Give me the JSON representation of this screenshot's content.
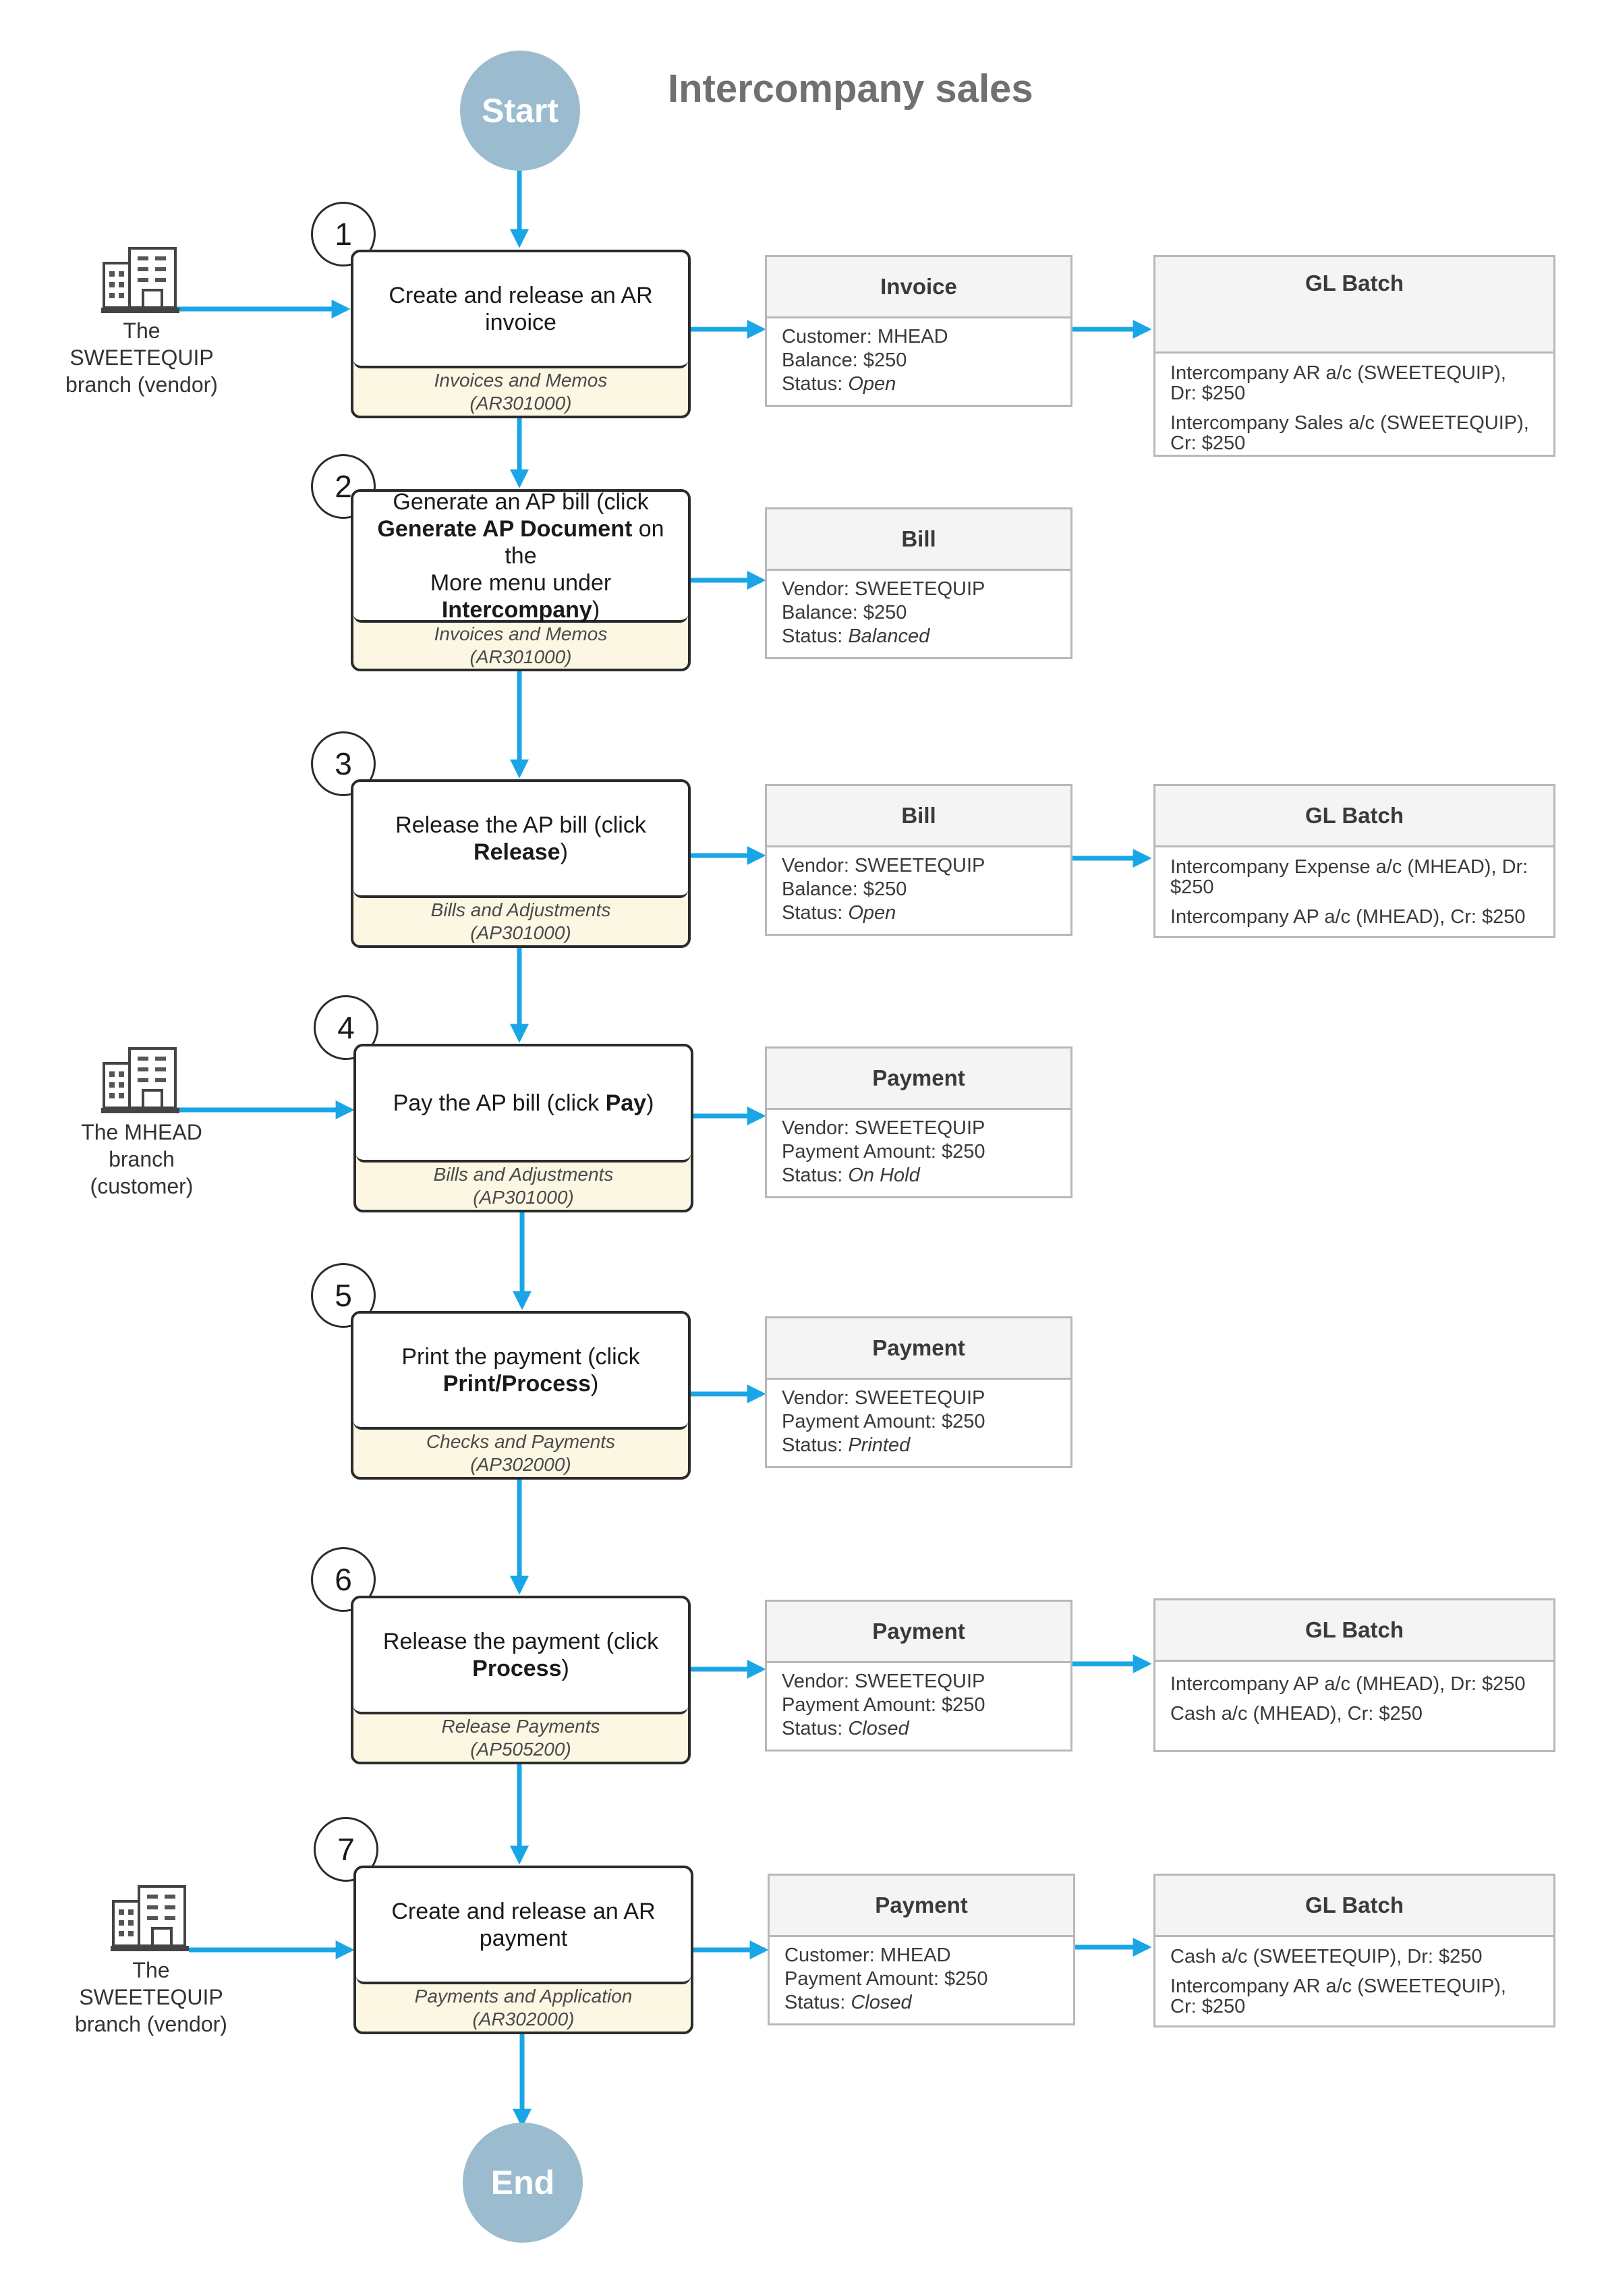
{
  "title": "Intercompany sales",
  "start_label": "Start",
  "end_label": "End",
  "colors": {
    "arrow": "#1aa6e6",
    "terminal": "#9bbccf",
    "step_bottom": "#fbf7e3",
    "card_head": "#f4f4f4"
  },
  "branches": [
    {
      "icon": "building-icon",
      "lines": [
        "The",
        "SWEETEQUIP",
        "branch (vendor)"
      ]
    },
    {
      "icon": "building-icon",
      "lines": [
        "The MHEAD",
        "branch",
        "(customer)"
      ]
    },
    {
      "icon": "building-icon",
      "lines": [
        "The",
        "SWEETEQUIP",
        "branch (vendor)"
      ]
    }
  ],
  "steps": [
    {
      "number": "1",
      "lines": [
        "Create and release an AR",
        "invoice"
      ],
      "form": "Invoices and Memos",
      "form_id": "(AR301000)"
    },
    {
      "number": "2",
      "line1": "Generate an AP bill (click",
      "line2_bold": "Generate AP Document",
      "line2_rest": " on the",
      "line3": "More menu under",
      "line4_bold": "Intercompany",
      "line4_rest": ")",
      "form": "Invoices and Memos",
      "form_id": "(AR301000)"
    },
    {
      "number": "3",
      "line1": "Release the AP bill (click",
      "line2_bold": "Release",
      "line2_rest": ")",
      "form": "Bills and Adjustments",
      "form_id": "(AP301000)"
    },
    {
      "number": "4",
      "pre": "Pay the AP bill (click ",
      "bold": "Pay",
      "post": ")",
      "form": "Bills and Adjustments",
      "form_id": "(AP301000)"
    },
    {
      "number": "5",
      "line1": "Print the payment (click",
      "line2_bold": "Print/Process",
      "line2_rest": ")",
      "form": "Checks and Payments",
      "form_id": "(AP302000)"
    },
    {
      "number": "6",
      "line1": "Release the payment (click",
      "line2_bold": "Process",
      "line2_rest": ")",
      "form": "Release Payments",
      "form_id": "(AP505200)"
    },
    {
      "number": "7",
      "lines": [
        "Create and release an AR",
        "payment"
      ],
      "form": "Payments and Application",
      "form_id": "(AR302000)"
    }
  ],
  "documents": [
    {
      "title": "Invoice",
      "lines": [
        [
          "Customer: MHEAD",
          ""
        ],
        [
          "Balance: $250",
          ""
        ],
        [
          "Status: ",
          "Open"
        ]
      ]
    },
    {
      "title": "Bill",
      "lines": [
        [
          "Vendor: SWEETEQUIP",
          ""
        ],
        [
          "Balance: $250",
          ""
        ],
        [
          "Status: ",
          "Balanced"
        ]
      ]
    },
    {
      "title": "Bill",
      "lines": [
        [
          "Vendor: SWEETEQUIP",
          ""
        ],
        [
          "Balance: $250",
          ""
        ],
        [
          "Status: ",
          "Open"
        ]
      ]
    },
    {
      "title": "Payment",
      "lines": [
        [
          "Vendor: SWEETEQUIP",
          ""
        ],
        [
          "Payment Amount: $250",
          ""
        ],
        [
          "Status: ",
          "On Hold"
        ]
      ]
    },
    {
      "title": "Payment",
      "lines": [
        [
          "Vendor: SWEETEQUIP",
          ""
        ],
        [
          "Payment Amount: $250",
          ""
        ],
        [
          "Status: ",
          "Printed"
        ]
      ]
    },
    {
      "title": "Payment",
      "lines": [
        [
          "Vendor: SWEETEQUIP",
          ""
        ],
        [
          "Payment Amount: $250",
          ""
        ],
        [
          "Status: ",
          "Closed"
        ]
      ]
    },
    {
      "title": "Payment",
      "lines": [
        [
          "Customer: MHEAD",
          ""
        ],
        [
          "Payment Amount: $250",
          ""
        ],
        [
          "Status: ",
          "Closed"
        ]
      ]
    }
  ],
  "gl_batches": [
    {
      "title": "GL Batch",
      "entries": [
        [
          "Intercompany AR a/c (SWEETEQUIP),",
          "Dr: $250"
        ],
        [
          "Intercompany Sales a/c (SWEETEQUIP),",
          "Cr: $250"
        ]
      ]
    },
    {
      "title": "GL Batch",
      "entries": [
        [
          "Intercompany Expense a/c (MHEAD), Dr:",
          "$250"
        ],
        [
          "Intercompany AP a/c (MHEAD), Cr: $250"
        ]
      ]
    },
    {
      "title": "GL Batch",
      "entries": [
        [
          "Intercompany AP a/c (MHEAD), Dr: $250"
        ],
        [
          "Cash a/c (MHEAD), Cr: $250"
        ]
      ]
    },
    {
      "title": "GL Batch",
      "entries": [
        [
          "Cash a/c (SWEETEQUIP), Dr: $250"
        ],
        [
          "Intercompany AR a/c (SWEETEQUIP),",
          "Cr: $250"
        ]
      ]
    }
  ]
}
